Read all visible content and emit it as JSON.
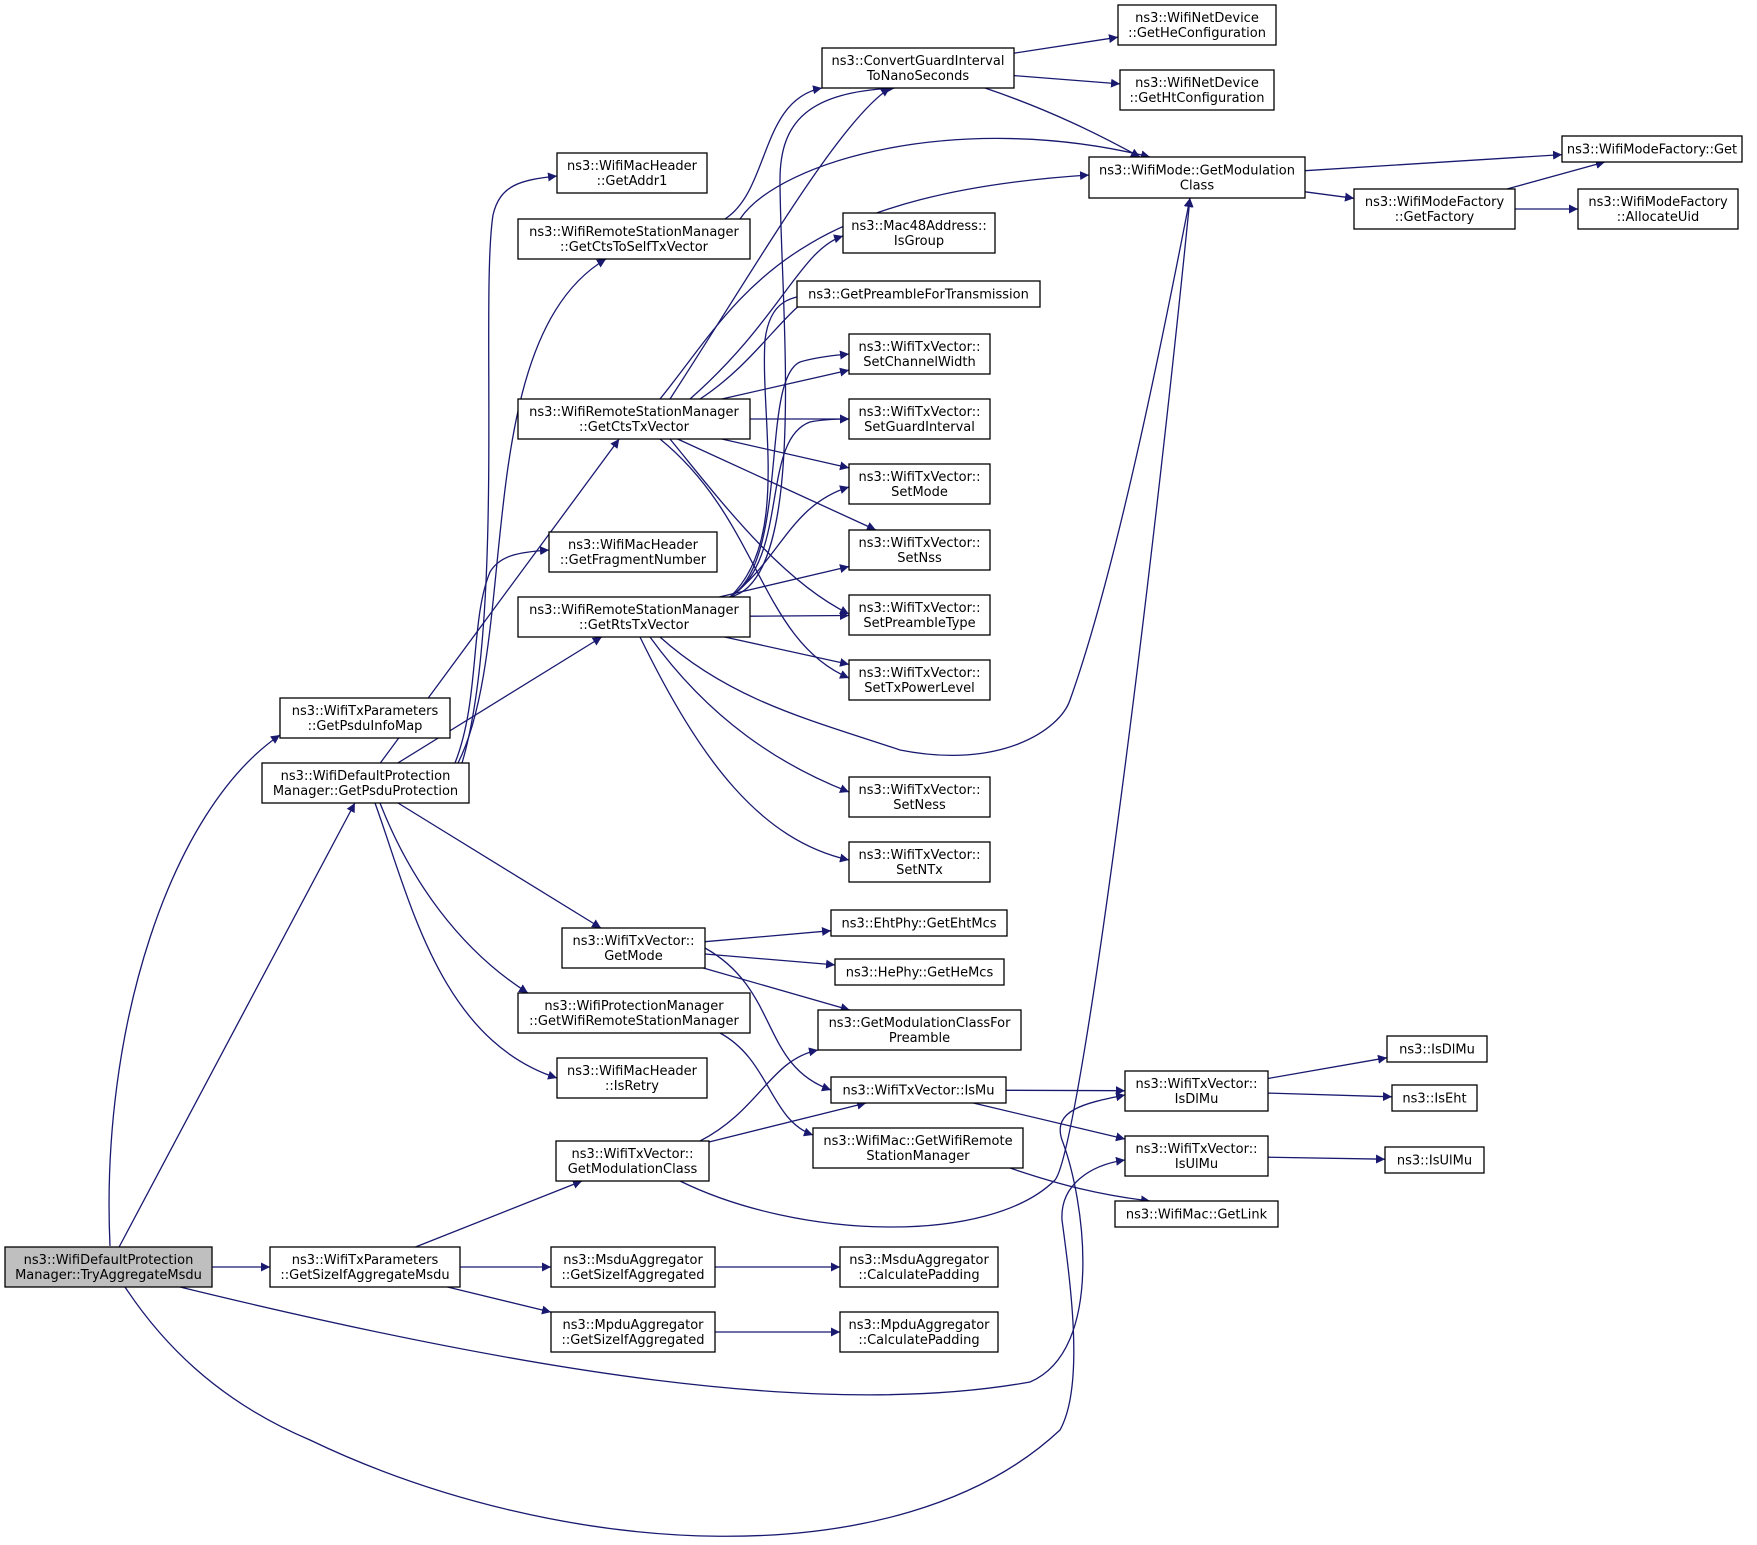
{
  "diagram": {
    "colors": {
      "edge": "#191970",
      "root_fill": "#bfbfbf",
      "node_fill": "#ffffff",
      "node_stroke": "#000000"
    },
    "nodes": [
      {
        "id": "root",
        "lines": [
          "ns3::WifiDefaultProtection",
          "Manager::TryAggregateMsdu"
        ],
        "root": true
      },
      {
        "id": "getpsduinfomap",
        "lines": [
          "ns3::WifiTxParameters",
          "::GetPsduInfoMap"
        ]
      },
      {
        "id": "getpsduprotection",
        "lines": [
          "ns3::WifiDefaultProtection",
          "Manager::GetPsduProtection"
        ]
      },
      {
        "id": "getsizeifaggmsdu",
        "lines": [
          "ns3::WifiTxParameters",
          "::GetSizeIfAggregateMsdu"
        ]
      },
      {
        "id": "getaddr1",
        "lines": [
          "ns3::WifiMacHeader",
          "::GetAddr1"
        ]
      },
      {
        "id": "getctstoself",
        "lines": [
          "ns3::WifiRemoteStationManager",
          "::GetCtsToSelfTxVector"
        ]
      },
      {
        "id": "getctstx",
        "lines": [
          "ns3::WifiRemoteStationManager",
          "::GetCtsTxVector"
        ]
      },
      {
        "id": "getfragnum",
        "lines": [
          "ns3::WifiMacHeader",
          "::GetFragmentNumber"
        ]
      },
      {
        "id": "getrtstx",
        "lines": [
          "ns3::WifiRemoteStationManager",
          "::GetRtsTxVector"
        ]
      },
      {
        "id": "getmode",
        "lines": [
          "ns3::WifiTxVector::",
          "GetMode"
        ]
      },
      {
        "id": "getwifirsm",
        "lines": [
          "ns3::WifiProtectionManager",
          "::GetWifiRemoteStationManager"
        ]
      },
      {
        "id": "isretry",
        "lines": [
          "ns3::WifiMacHeader",
          "::IsRetry"
        ]
      },
      {
        "id": "getmodclass_tx",
        "lines": [
          "ns3::WifiTxVector::",
          "GetModulationClass"
        ]
      },
      {
        "id": "msdu_getsize",
        "lines": [
          "ns3::MsduAggregator",
          "::GetSizeIfAggregated"
        ]
      },
      {
        "id": "mpdu_getsize",
        "lines": [
          "ns3::MpduAggregator",
          "::GetSizeIfAggregated"
        ]
      },
      {
        "id": "convertgi",
        "lines": [
          "ns3::ConvertGuardInterval",
          "ToNanoSeconds"
        ]
      },
      {
        "id": "isgroup",
        "lines": [
          "ns3::Mac48Address::",
          "IsGroup"
        ]
      },
      {
        "id": "getpreamble",
        "lines": [
          "ns3::GetPreambleForTransmission"
        ]
      },
      {
        "id": "setchwidth",
        "lines": [
          "ns3::WifiTxVector::",
          "SetChannelWidth"
        ]
      },
      {
        "id": "setgi",
        "lines": [
          "ns3::WifiTxVector::",
          "SetGuardInterval"
        ]
      },
      {
        "id": "setmode",
        "lines": [
          "ns3::WifiTxVector::",
          "SetMode"
        ]
      },
      {
        "id": "setnss",
        "lines": [
          "ns3::WifiTxVector::",
          "SetNss"
        ]
      },
      {
        "id": "setpreamble",
        "lines": [
          "ns3::WifiTxVector::",
          "SetPreambleType"
        ]
      },
      {
        "id": "settxpower",
        "lines": [
          "ns3::WifiTxVector::",
          "SetTxPowerLevel"
        ]
      },
      {
        "id": "setness",
        "lines": [
          "ns3::WifiTxVector::",
          "SetNess"
        ]
      },
      {
        "id": "setntx",
        "lines": [
          "ns3::WifiTxVector::",
          "SetNTx"
        ]
      },
      {
        "id": "getehtmcs",
        "lines": [
          "ns3::EhtPhy::GetEhtMcs"
        ]
      },
      {
        "id": "gethemcs",
        "lines": [
          "ns3::HePhy::GetHeMcs"
        ]
      },
      {
        "id": "getmodclassforpre",
        "lines": [
          "ns3::GetModulationClassFor",
          "Preamble"
        ]
      },
      {
        "id": "ismu",
        "lines": [
          "ns3::WifiTxVector::IsMu"
        ]
      },
      {
        "id": "mac_getwifirsm",
        "lines": [
          "ns3::WifiMac::GetWifiRemote",
          "StationManager"
        ]
      },
      {
        "id": "msdu_pad",
        "lines": [
          "ns3::MsduAggregator",
          "::CalculatePadding"
        ]
      },
      {
        "id": "mpdu_pad",
        "lines": [
          "ns3::MpduAggregator",
          "::CalculatePadding"
        ]
      },
      {
        "id": "getheconf",
        "lines": [
          "ns3::WifiNetDevice",
          "::GetHeConfiguration"
        ]
      },
      {
        "id": "gethtconf",
        "lines": [
          "ns3::WifiNetDevice",
          "::GetHtConfiguration"
        ]
      },
      {
        "id": "getmodclass",
        "lines": [
          "ns3::WifiMode::GetModulation",
          "Class"
        ]
      },
      {
        "id": "isdlmu_tx",
        "lines": [
          "ns3::WifiTxVector::",
          "IsDlMu"
        ]
      },
      {
        "id": "isulmu_tx",
        "lines": [
          "ns3::WifiTxVector::",
          "IsUlMu"
        ]
      },
      {
        "id": "getlink",
        "lines": [
          "ns3::WifiMac::GetLink"
        ]
      },
      {
        "id": "factory_get",
        "lines": [
          "ns3::WifiModeFactory::Get"
        ]
      },
      {
        "id": "getfactory",
        "lines": [
          "ns3::WifiModeFactory",
          "::GetFactory"
        ]
      },
      {
        "id": "allocuid",
        "lines": [
          "ns3::WifiModeFactory",
          "::AllocateUid"
        ]
      },
      {
        "id": "isdlmu",
        "lines": [
          "ns3::IsDlMu"
        ]
      },
      {
        "id": "iseht",
        "lines": [
          "ns3::IsEht"
        ]
      },
      {
        "id": "isulmu",
        "lines": [
          "ns3::IsUlMu"
        ]
      }
    ],
    "edges": [
      [
        "root",
        "getpsduinfomap"
      ],
      [
        "root",
        "getpsduprotection"
      ],
      [
        "root",
        "getsizeifaggmsdu"
      ],
      [
        "root",
        "isdlmu_tx"
      ],
      [
        "root",
        "isulmu_tx"
      ],
      [
        "getpsduprotection",
        "getaddr1"
      ],
      [
        "getpsduprotection",
        "getctstoself"
      ],
      [
        "getpsduprotection",
        "getctstx"
      ],
      [
        "getpsduprotection",
        "getfragnum"
      ],
      [
        "getpsduprotection",
        "getrtstx"
      ],
      [
        "getpsduprotection",
        "getmode"
      ],
      [
        "getpsduprotection",
        "getwifirsm"
      ],
      [
        "getpsduprotection",
        "isretry"
      ],
      [
        "getsizeifaggmsdu",
        "getmodclass_tx"
      ],
      [
        "getsizeifaggmsdu",
        "msdu_getsize"
      ],
      [
        "getsizeifaggmsdu",
        "mpdu_getsize"
      ],
      [
        "getctstoself",
        "convertgi"
      ],
      [
        "getctstoself",
        "getmodclass"
      ],
      [
        "getctstx",
        "convertgi"
      ],
      [
        "getctstx",
        "getmodclass"
      ],
      [
        "getctstx",
        "isgroup"
      ],
      [
        "getctstx",
        "getpreamble"
      ],
      [
        "getctstx",
        "setchwidth"
      ],
      [
        "getctstx",
        "setgi"
      ],
      [
        "getctstx",
        "setmode"
      ],
      [
        "getctstx",
        "setnss"
      ],
      [
        "getctstx",
        "setpreamble"
      ],
      [
        "getctstx",
        "settxpower"
      ],
      [
        "getrtstx",
        "convertgi"
      ],
      [
        "getrtstx",
        "getpreamble"
      ],
      [
        "getrtstx",
        "setchwidth"
      ],
      [
        "getrtstx",
        "setgi"
      ],
      [
        "getrtstx",
        "setmode"
      ],
      [
        "getrtstx",
        "setnss"
      ],
      [
        "getrtstx",
        "setpreamble"
      ],
      [
        "getrtstx",
        "settxpower"
      ],
      [
        "getrtstx",
        "setness"
      ],
      [
        "getrtstx",
        "setntx"
      ],
      [
        "getrtstx",
        "getmodclass"
      ],
      [
        "getmode",
        "getehtmcs"
      ],
      [
        "getmode",
        "gethemcs"
      ],
      [
        "getmode",
        "getmodclassforpre"
      ],
      [
        "getmode",
        "ismu"
      ],
      [
        "getwifirsm",
        "mac_getwifirsm"
      ],
      [
        "getmodclass_tx",
        "getmodclassforpre"
      ],
      [
        "getmodclass_tx",
        "ismu"
      ],
      [
        "getmodclass_tx",
        "getmodclass"
      ],
      [
        "msdu_getsize",
        "msdu_pad"
      ],
      [
        "mpdu_getsize",
        "mpdu_pad"
      ],
      [
        "convertgi",
        "getheconf"
      ],
      [
        "convertgi",
        "gethtconf"
      ],
      [
        "convertgi",
        "getmodclass"
      ],
      [
        "ismu",
        "isdlmu_tx"
      ],
      [
        "ismu",
        "isulmu_tx"
      ],
      [
        "mac_getwifirsm",
        "getlink"
      ],
      [
        "getmodclass",
        "factory_get"
      ],
      [
        "getmodclass",
        "getfactory"
      ],
      [
        "getfactory",
        "factory_get"
      ],
      [
        "getfactory",
        "allocuid"
      ],
      [
        "isdlmu_tx",
        "isdlmu"
      ],
      [
        "isdlmu_tx",
        "iseht"
      ],
      [
        "isulmu_tx",
        "isulmu"
      ]
    ]
  }
}
